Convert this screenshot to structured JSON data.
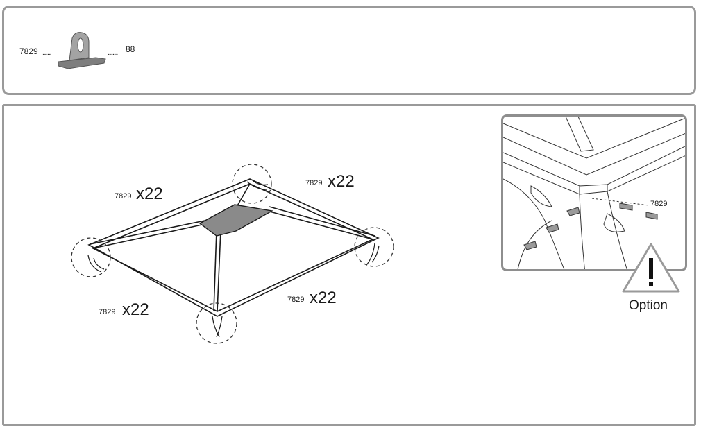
{
  "parts_list": {
    "part_code": "7829",
    "part_count": "88",
    "part_icon": "clip-bracket-icon"
  },
  "callouts": [
    {
      "code": "7829",
      "qty": "x22"
    },
    {
      "code": "7829",
      "qty": "x22"
    },
    {
      "code": "7829",
      "qty": "x22"
    },
    {
      "code": "7829",
      "qty": "x22"
    }
  ],
  "detail_inset": {
    "code": "7829"
  },
  "warning": {
    "icon": "warning-triangle-icon",
    "label": "Option"
  },
  "colors": {
    "border": "#9a9a9a",
    "part_fill": "#9c9c9c",
    "roof_fill": "#8a8a8a",
    "line": "#1a1a1a"
  }
}
